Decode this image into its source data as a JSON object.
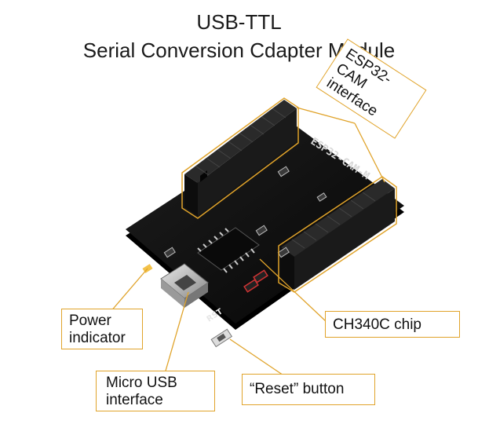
{
  "title": {
    "line1": "USB-TTL",
    "line2": "Serial Conversion Cdapter Module"
  },
  "board": {
    "silkscreen_header": "ESP32-CAM-M",
    "silkscreen_rst": "RST"
  },
  "callouts": {
    "esp32cam": {
      "line1": "ESP32-CAM",
      "line2": "interface"
    },
    "power": {
      "line1": "Power",
      "line2": "indicator"
    },
    "ch340": {
      "line1": "CH340C chip"
    },
    "usb": {
      "line1": "Micro USB",
      "line2": "interface"
    },
    "reset": {
      "line1": "“Reset” button"
    }
  },
  "colors": {
    "callout_border": "#e0a32a",
    "board": "#111111",
    "header": "#1c1c1c"
  }
}
